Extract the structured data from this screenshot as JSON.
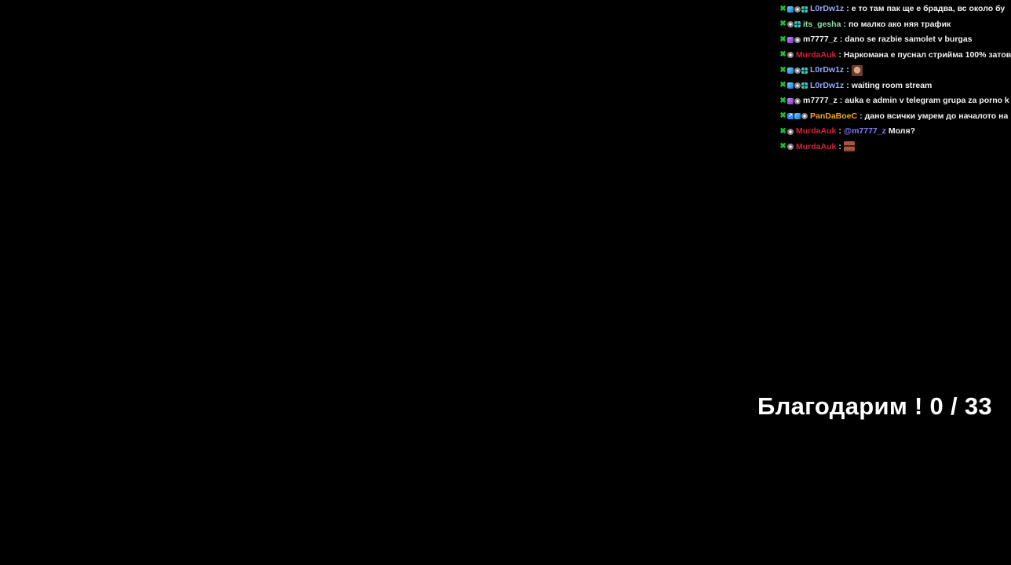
{
  "colors": {
    "background": "#000000",
    "message_text": "#f2f2f2",
    "mod_badge": "#19c237",
    "mention": "#8a7bff"
  },
  "chat": {
    "messages": [
      {
        "badges": [
          "moderator-badge",
          "cube-badge",
          "clock-badge",
          "grid-badge"
        ],
        "user": "L0rDw1z",
        "user_color": "#9aa6ff",
        "separator": ":",
        "mention": "",
        "text": "е то там пак ще е брадва, вс около бу",
        "emote": ""
      },
      {
        "badges": [
          "moderator-badge",
          "clock-badge",
          "grid-badge"
        ],
        "user": "its_gesha",
        "user_color": "#8fe0a7",
        "separator": ":",
        "mention": "",
        "text": "по малко ако няя трафик",
        "emote": ""
      },
      {
        "badges": [
          "moderator-badge",
          "purple-badge",
          "clock-badge"
        ],
        "user": "m7777_z",
        "user_color": "#f2f2f2",
        "separator": ":",
        "mention": "",
        "text": "dano se razbie samolet v burgas",
        "emote": ""
      },
      {
        "badges": [
          "moderator-badge",
          "clock-badge"
        ],
        "user": "MurdaAuk",
        "user_color": "#d4213c",
        "separator": ":",
        "mention": "",
        "text": "Наркомана е пуснал стрийма 100% затов",
        "emote": ""
      },
      {
        "badges": [
          "moderator-badge",
          "cube-badge",
          "clock-badge",
          "grid-badge"
        ],
        "user": "L0rDw1z",
        "user_color": "#9aa6ff",
        "separator": ":",
        "mention": "",
        "text": "",
        "emote": "face-emote"
      },
      {
        "badges": [
          "moderator-badge",
          "cube-badge",
          "clock-badge",
          "grid-badge"
        ],
        "user": "L0rDw1z",
        "user_color": "#9aa6ff",
        "separator": ":",
        "mention": "",
        "text": "waiting room stream",
        "emote": ""
      },
      {
        "badges": [
          "moderator-badge",
          "purple-badge",
          "clock-badge"
        ],
        "user": "m7777_z",
        "user_color": "#f2f2f2",
        "separator": ":",
        "mention": "",
        "text": "auka e admin v telegram grupa za porno k",
        "emote": ""
      },
      {
        "badges": [
          "moderator-badge",
          "arrow-badge",
          "cube-badge",
          "clock-badge"
        ],
        "user": "PanDaBoeC",
        "user_color": "#f5a623",
        "separator": ":",
        "mention": "",
        "text": "дано всички умрем до началото на",
        "emote": ""
      },
      {
        "badges": [
          "moderator-badge",
          "clock-badge"
        ],
        "user": "MurdaAuk",
        "user_color": "#d4213c",
        "separator": ":",
        "mention": "@m7777_z",
        "text": "Моля?",
        "emote": ""
      },
      {
        "badges": [
          "moderator-badge",
          "clock-badge"
        ],
        "user": "MurdaAuk",
        "user_color": "#d4213c",
        "separator": ":",
        "mention": "",
        "text": "",
        "emote": "brick-emote"
      }
    ]
  },
  "overlay": {
    "counter_text": "Благодарим ! 0 / 33"
  }
}
